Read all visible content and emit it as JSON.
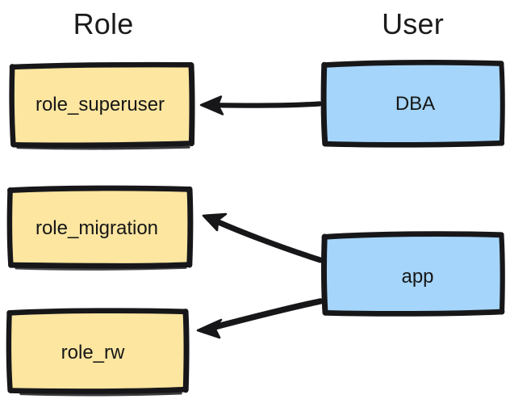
{
  "diagram": {
    "title_role": "Role",
    "title_user": "User",
    "style": "hand-drawn sketch",
    "colors": {
      "role_fill": "#fce6a0",
      "user_fill": "#a5d5fa",
      "stroke": "#17171a",
      "text": "#161616",
      "heading_text": "#1b1b1b",
      "background": "#ffffff"
    },
    "columns": [
      {
        "id": "role",
        "heading": "Role"
      },
      {
        "id": "user",
        "heading": "User"
      }
    ],
    "nodes": [
      {
        "id": "role_superuser",
        "label": "role_superuser",
        "column": "role",
        "fill": "#fce6a0"
      },
      {
        "id": "role_migration",
        "label": "role_migration",
        "column": "role",
        "fill": "#fce6a0"
      },
      {
        "id": "role_rw",
        "label": "role_rw",
        "column": "role",
        "fill": "#fce6a0"
      },
      {
        "id": "dba",
        "label": "DBA",
        "column": "user",
        "fill": "#a5d5fa"
      },
      {
        "id": "app",
        "label": "app",
        "column": "user",
        "fill": "#a5d5fa"
      }
    ],
    "edges": [
      {
        "id": "dba-to-role-superuser",
        "from": "dba",
        "to": "role_superuser",
        "shape": "straight"
      },
      {
        "id": "app-to-role-migration",
        "from": "app",
        "to": "role_migration",
        "shape": "diagonal-up"
      },
      {
        "id": "app-to-role-rw",
        "from": "app",
        "to": "role_rw",
        "shape": "diagonal-down"
      }
    ]
  }
}
